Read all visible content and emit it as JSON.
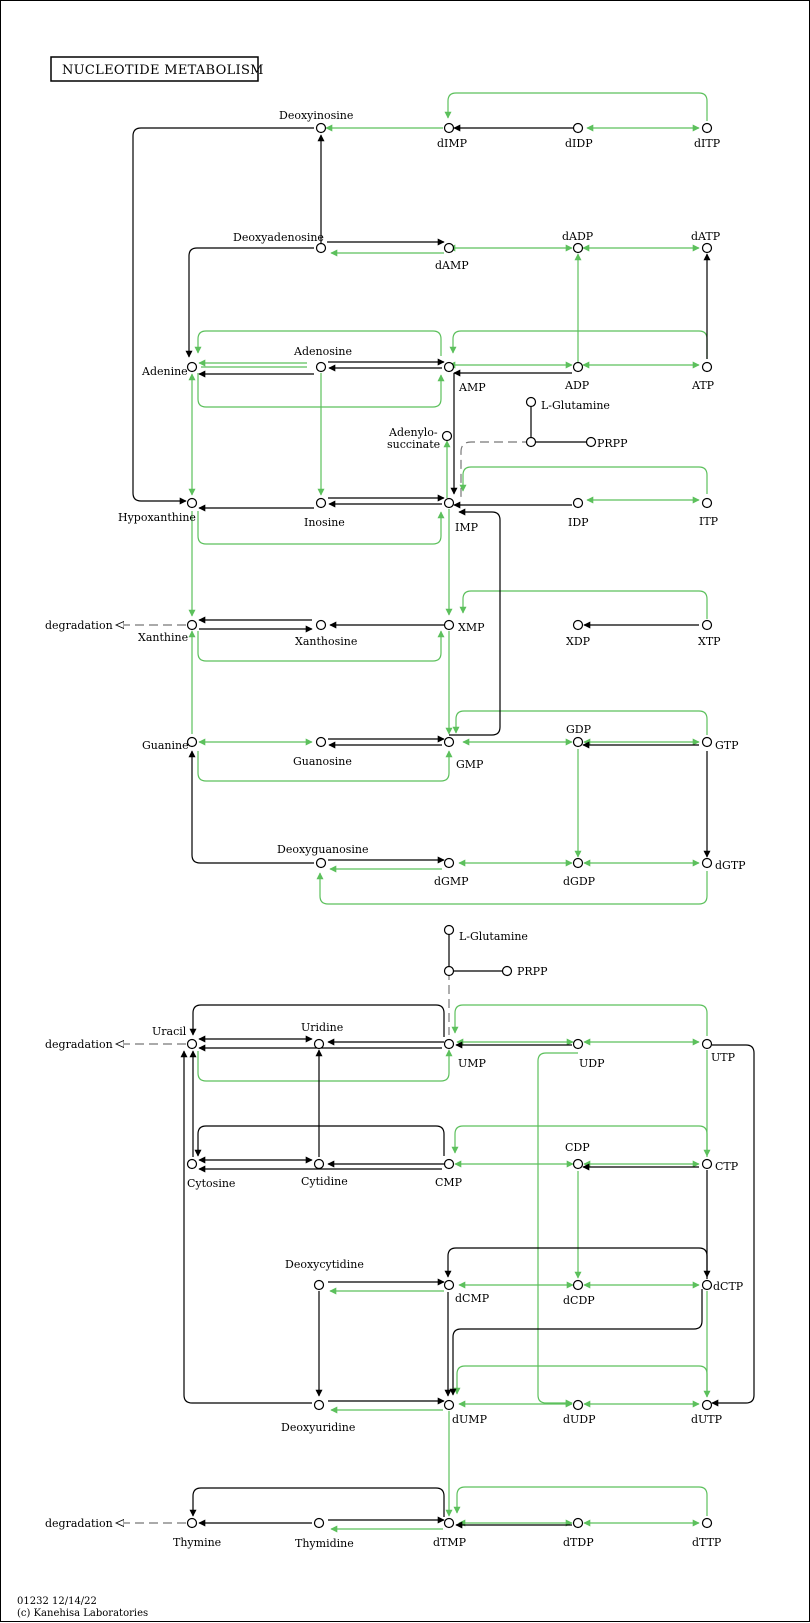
{
  "title": "NUCLEOTIDE METABOLISM",
  "footer": {
    "code": "01232 12/14/22",
    "copyright": "(c) Kanehisa Laboratories"
  },
  "colors": {
    "enzyme_edge": "#5cc05c",
    "edge": "#000000",
    "link": "#777777"
  },
  "compounds": {
    "deoxyinosine": "Deoxyinosine",
    "dIMP": "dIMP",
    "dIDP": "dIDP",
    "dITP": "dITP",
    "deoxyadenosine": "Deoxyadenosine",
    "dAMP": "dAMP",
    "dADP": "dADP",
    "dATP": "dATP",
    "adenine": "Adenine",
    "adenosine": "Adenosine",
    "AMP": "AMP",
    "ADP": "ADP",
    "ATP": "ATP",
    "glutamine1": "L-Glutamine",
    "PRPP1": "PRPP",
    "adenylosuccinate_1": "Adenylo-",
    "adenylosuccinate_2": "succinate",
    "hypoxanthine": "Hypoxanthine",
    "inosine": "Inosine",
    "IMP": "IMP",
    "IDP": "IDP",
    "ITP": "ITP",
    "degradation1": "degradation",
    "xanthine": "Xanthine",
    "xanthosine": "Xanthosine",
    "XMP": "XMP",
    "XDP": "XDP",
    "XTP": "XTP",
    "guanine": "Guanine",
    "guanosine": "Guanosine",
    "GMP": "GMP",
    "GDP": "GDP",
    "GTP": "GTP",
    "deoxyguanosine": "Deoxyguanosine",
    "dGMP": "dGMP",
    "dGDP": "dGDP",
    "dGTP": "dGTP",
    "glutamine2": "L-Glutamine",
    "PRPP2": "PRPP",
    "degradation2": "degradation",
    "uracil": "Uracil",
    "uridine": "Uridine",
    "UMP": "UMP",
    "UDP": "UDP",
    "UTP": "UTP",
    "cytosine": "Cytosine",
    "cytidine": "Cytidine",
    "CMP": "CMP",
    "CDP": "CDP",
    "CTP": "CTP",
    "deoxycytidine": "Deoxycytidine",
    "dCMP": "dCMP",
    "dCDP": "dCDP",
    "dCTP": "dCTP",
    "deoxyuridine": "Deoxyuridine",
    "dUMP": "dUMP",
    "dUDP": "dUDP",
    "dUTP": "dUTP",
    "degradation3": "degradation",
    "thymine": "Thymine",
    "thymidine": "Thymidine",
    "dTMP": "dTMP",
    "dTDP": "dTDP",
    "dTTP": "dTTP"
  }
}
